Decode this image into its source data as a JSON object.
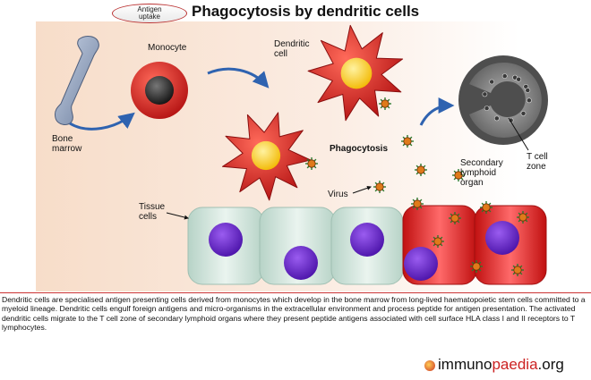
{
  "header": {
    "badge_line1": "Antigen",
    "badge_line2": "uptake",
    "title": "Phagocytosis by dendritic cells"
  },
  "labels": {
    "monocyte": "Monocyte",
    "dendritic_line1": "Dendritic",
    "dendritic_line2": "cell",
    "bone_line1": "Bone",
    "bone_line2": "marrow",
    "phagocytosis": "Phagocytosis",
    "virus": "Virus",
    "tissue_line1": "Tissue",
    "tissue_line2": "cells",
    "secondary_line1": "Secondary",
    "secondary_line2": "lymphoid",
    "secondary_line3": "organ",
    "tcell_line1": "T cell",
    "tcell_line2": "zone"
  },
  "caption": "Dendritic cells are specialised antigen presenting cells derived from monocytes which develop in the bone marrow from long-lived haematopoietic stem cells committed to a myeloid lineage. Dendritic cells engulf foreign antigens and micro-organisms in the extracellular environment and process peptide for antigen presentation. The activated dendritic cells migrate to the T cell zone of secondary lymphoid organs where they present peptide antigens associated with cell surface HLA class I and II receptors to T lymphocytes.",
  "logo": {
    "part1": "immuno",
    "part2": "paedia",
    "part3": ".org"
  },
  "colors": {
    "panel_bg": "#f8e4d6",
    "dendritic": "#c81e1e",
    "nucleus_yellow": "#ffd21a",
    "tissue_green": "#d3e6de",
    "tissue_red": "#d81e1e",
    "nucleus_purple": "#6a26c8",
    "arrow_blue": "#2f63b0",
    "lymphoid_gray": "#6e6e6e",
    "virus_orange": "#e07a1a"
  }
}
